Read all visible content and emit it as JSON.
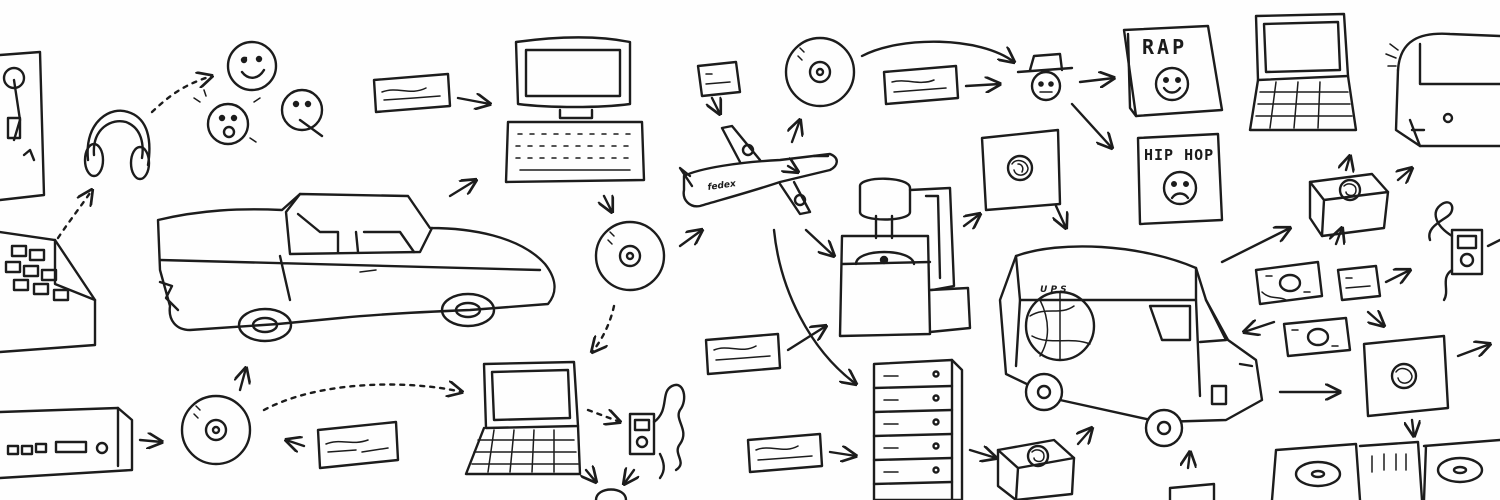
{
  "labels": {
    "rap_magazine": "RAP",
    "hiphop_magazine": "HIP HOP",
    "plane_livery": "fedex",
    "truck_livery": "U P S"
  },
  "colors": {
    "ink": "#1c1c1c",
    "paper": "#ffffff"
  }
}
